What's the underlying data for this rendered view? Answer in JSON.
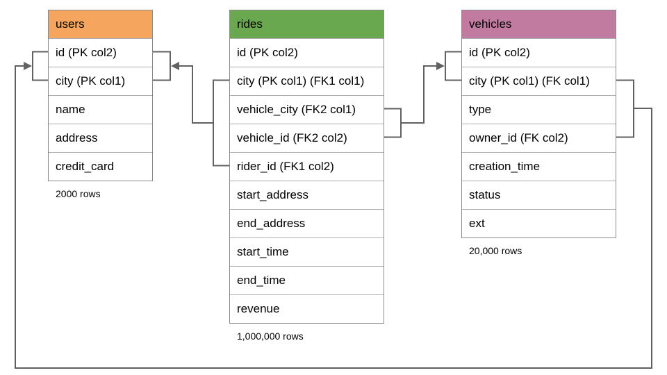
{
  "diagram": {
    "line_color": "#616161",
    "tables": [
      {
        "name": "users",
        "header_color": "#f6a55e",
        "row_count": "2000 rows",
        "columns": [
          "id (PK col2)",
          "city (PK col1)",
          "name",
          "address",
          "credit_card"
        ]
      },
      {
        "name": "rides",
        "header_color": "#6aa84f",
        "row_count": "1,000,000 rows",
        "columns": [
          "id (PK col2)",
          "city (PK col1) (FK1 col1)",
          "vehicle_city (FK2 col1)",
          "vehicle_id (FK2 col2)",
          "rider_id (FK1 col2)",
          "start_address",
          "end_address",
          "start_time",
          "end_time",
          "revenue"
        ]
      },
      {
        "name": "vehicles",
        "header_color": "#c27ba0",
        "row_count": "20,000 rows",
        "columns": [
          "id (PK col2)",
          "city (PK col1) (FK col1)",
          "type",
          "owner_id (FK col2)",
          "creation_time",
          "status",
          "ext"
        ]
      }
    ],
    "relationships": [
      {
        "label": "FK1",
        "from": "rides (city, rider_id)",
        "to": "users (city, id)"
      },
      {
        "label": "FK2",
        "from": "rides (vehicle_city, vehicle_id)",
        "to": "vehicles (city, id)"
      },
      {
        "label": "FK",
        "from": "vehicles (city, owner_id)",
        "to": "users (city, id)"
      }
    ]
  }
}
